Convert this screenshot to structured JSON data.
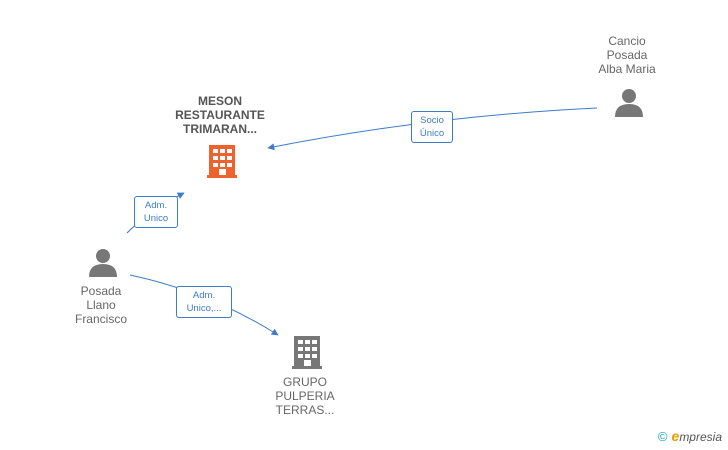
{
  "nodes": {
    "meson": {
      "lines": [
        "MESON",
        "RESTAURANTE",
        "TRIMARAN..."
      ]
    },
    "cancio": {
      "lines": [
        "Cancio",
        "Posada",
        "Alba Maria"
      ]
    },
    "posada": {
      "lines": [
        "Posada",
        "Llano",
        "Francisco"
      ]
    },
    "grupo": {
      "lines": [
        "GRUPO",
        "PULPERIA",
        "TERRAS..."
      ]
    }
  },
  "edges": {
    "socio": {
      "lines": [
        "Socio",
        "Único"
      ]
    },
    "adm1": {
      "lines": [
        "Adm.",
        "Unico"
      ]
    },
    "adm2": {
      "lines": [
        "Adm.",
        "Unico,..."
      ]
    }
  },
  "colors": {
    "edge": "#3d7cc9",
    "company_main": "#f0622d",
    "company_other": "#777777",
    "person": "#777777"
  },
  "footer": {
    "copyright_symbol": "©",
    "brand_initial": "e",
    "brand_rest": "mpresia"
  }
}
